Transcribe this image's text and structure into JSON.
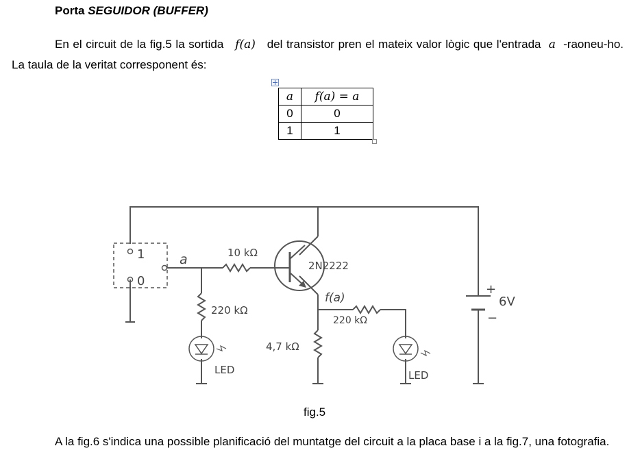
{
  "title": {
    "prefix": "Porta ",
    "emphasis": "SEGUIDOR (BUFFER)"
  },
  "intro": {
    "part1": "En el circuit de la fig.5 la sortida",
    "fa": "f(a)",
    "part2": "del transistor pren el mateix valor lògic que l'entrada",
    "a": "a",
    "part3": "-raoneu-ho. La taula de la veritat corresponent és:"
  },
  "truth_table": {
    "headers": [
      "a",
      "f(a) = a"
    ],
    "rows": [
      [
        "0",
        "0"
      ],
      [
        "1",
        "1"
      ]
    ]
  },
  "circuit": {
    "switch_pos_1": "1",
    "switch_pos_0": "0",
    "input_label": "a",
    "base_resistor": "10 kΩ",
    "transistor": "2N2222",
    "output_label": "f(a)",
    "led_resistor_1": "220 kΩ",
    "led_resistor_2": "220 kΩ",
    "emitter_resistor": "4,7 kΩ",
    "led_label_1": "LED",
    "led_label_2": "LED",
    "battery_plus": "+",
    "battery_minus": "−",
    "battery_voltage": "6V"
  },
  "figure_caption": "fig.5",
  "closing": "A la fig.6 s'indica una possible planificació del muntatge del circuit a la placa base i a la fig.7, una fotografia."
}
